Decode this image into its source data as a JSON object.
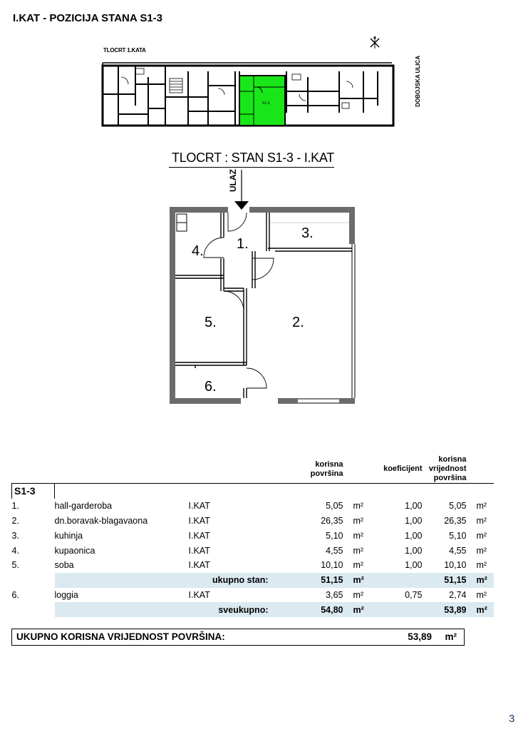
{
  "heading": "I.KAT - POZICIJA STANA S1-3",
  "site_plan": {
    "label": "TLOCRT 1.KATA",
    "street": "DOBOJSKA ULICA",
    "unit_tag": "S1-3",
    "highlight_color": "#19e619"
  },
  "plan": {
    "title": "TLOCRT : STAN S1-3 - I.KAT",
    "entry": "ULAZ",
    "rooms": [
      "1.",
      "2.",
      "3.",
      "4.",
      "5.",
      "6."
    ]
  },
  "table": {
    "headers": {
      "area": [
        "korisna",
        "površina"
      ],
      "coef": "koeficijent",
      "value": [
        "korisna",
        "vrijednost",
        "površina"
      ]
    },
    "unit": "S1-3",
    "rows": [
      {
        "no": "1.",
        "name": "hall-garderoba",
        "floor": "I.KAT",
        "area": "5,05",
        "u1": "m²",
        "coef": "1,00",
        "value": "5,05",
        "u2": "m²"
      },
      {
        "no": "2.",
        "name": "dn.boravak-blagavaona",
        "floor": "I.KAT",
        "area": "26,35",
        "u1": "m²",
        "coef": "1,00",
        "value": "26,35",
        "u2": "m²"
      },
      {
        "no": "3.",
        "name": "kuhinja",
        "floor": "I.KAT",
        "area": "5,10",
        "u1": "m²",
        "coef": "1,00",
        "value": "5,10",
        "u2": "m²"
      },
      {
        "no": "4.",
        "name": "kupaonica",
        "floor": "I.KAT",
        "area": "4,55",
        "u1": "m²",
        "coef": "1,00",
        "value": "4,55",
        "u2": "m²"
      },
      {
        "no": "5.",
        "name": "soba",
        "floor": "I.KAT",
        "area": "10,10",
        "u1": "m²",
        "coef": "1,00",
        "value": "10,10",
        "u2": "m²"
      }
    ],
    "subtotal": {
      "label": "ukupno stan:",
      "area": "51,15",
      "u1": "m²",
      "value": "51,15",
      "u2": "m²"
    },
    "loggia": {
      "no": "6.",
      "name": "loggia",
      "floor": "I.KAT",
      "area": "3,65",
      "u1": "m²",
      "coef": "0,75",
      "value": "2,74",
      "u2": "m²"
    },
    "total": {
      "label": "sveukupno:",
      "area": "54,80",
      "u1": "m²",
      "value": "53,89",
      "u2": "m²"
    },
    "grand_total": {
      "label": "UKUPNO KORISNA VRIJEDNOST POVRŠINA:",
      "value": "53,89",
      "unit": "m²"
    },
    "highlight_color": "#dbe9f1"
  },
  "page_number": "3"
}
